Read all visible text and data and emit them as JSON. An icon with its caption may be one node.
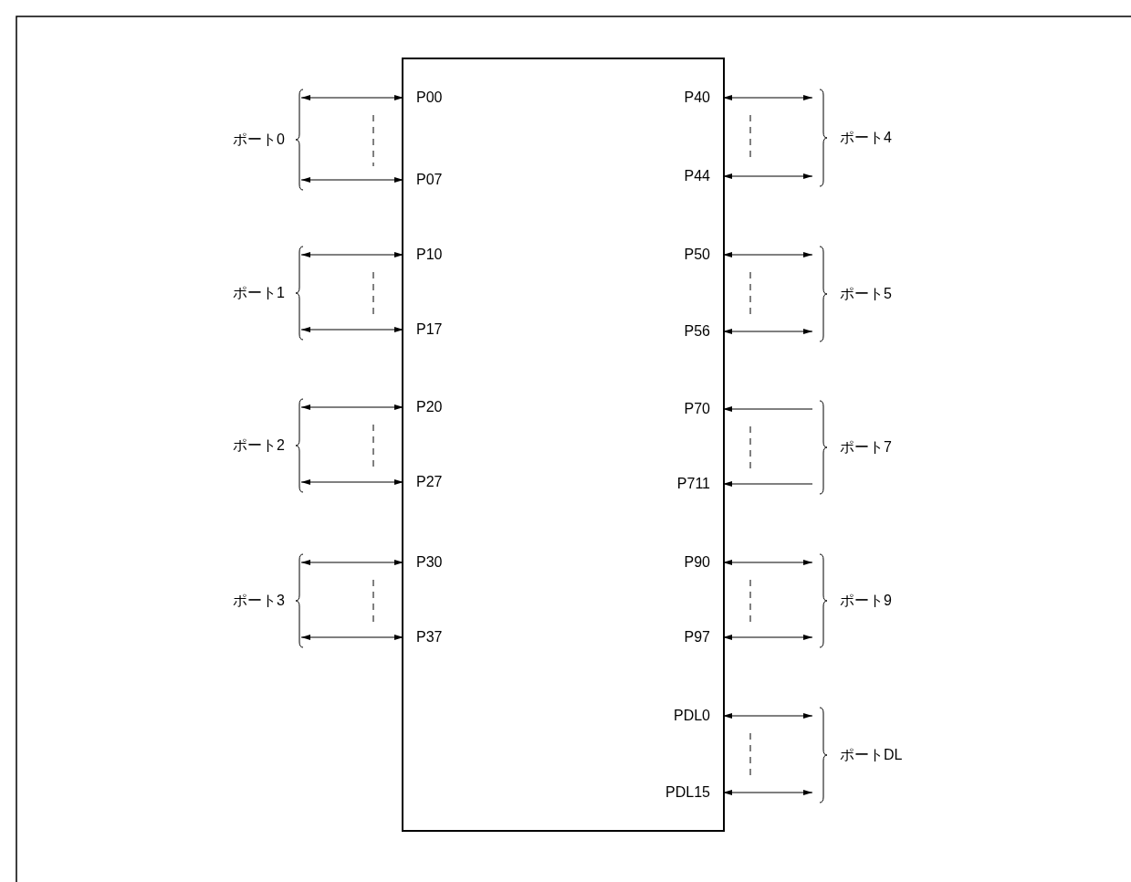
{
  "diagram": {
    "nodes": [
      {
        "text": [],
        "shape": "box"
      },
      {
        "text": [
          "P00"
        ],
        "in": 0
      },
      {
        "text": [
          "P07"
        ],
        "in": 0
      },
      {
        "text": [
          "P10"
        ],
        "in": 0
      },
      {
        "text": [
          "P17"
        ],
        "in": 0
      },
      {
        "text": [
          "P20"
        ],
        "in": 0
      },
      {
        "text": [
          "P27"
        ],
        "in": 0
      },
      {
        "text": [
          "P30"
        ],
        "in": 0
      },
      {
        "text": [
          "P37"
        ],
        "in": 0
      },
      {
        "text": [
          "P40"
        ],
        "in": 0
      },
      {
        "text": [
          "P44"
        ],
        "in": 0
      },
      {
        "text": [
          "P50"
        ],
        "in": 0
      },
      {
        "text": [
          "P56"
        ],
        "in": 0
      },
      {
        "text": [
          "P70"
        ],
        "in": 0
      },
      {
        "text": [
          "P711"
        ],
        "in": 0
      },
      {
        "text": [
          "P90"
        ],
        "in": 0
      },
      {
        "text": [
          "P97"
        ],
        "in": 0
      },
      {
        "text": [
          "PDL0"
        ],
        "in": 0
      },
      {
        "text": [
          "PDL15"
        ],
        "in": 0
      }
    ],
    "edges": [
      {
        "from": null,
        "to": 1,
        "arrow": "both"
      },
      {
        "from": null,
        "to": 2,
        "arrow": "both"
      },
      {
        "from": null,
        "to": 3,
        "arrow": "both"
      },
      {
        "from": null,
        "to": 4,
        "arrow": "both"
      },
      {
        "from": null,
        "to": 5,
        "arrow": "both"
      },
      {
        "from": null,
        "to": 6,
        "arrow": "both"
      },
      {
        "from": null,
        "to": 7,
        "arrow": "both"
      },
      {
        "from": null,
        "to": 8,
        "arrow": "both"
      },
      {
        "from": null,
        "to": 9,
        "arrow": "both"
      },
      {
        "from": null,
        "to": 10,
        "arrow": "both"
      },
      {
        "from": null,
        "to": 11,
        "arrow": "both"
      },
      {
        "from": null,
        "to": 12,
        "arrow": "both"
      },
      {
        "from": null,
        "to": 13,
        "arrow": "to"
      },
      {
        "from": null,
        "to": 14,
        "arrow": "to"
      },
      {
        "from": null,
        "to": 15,
        "arrow": "both"
      },
      {
        "from": null,
        "to": 16,
        "arrow": "both"
      },
      {
        "from": null,
        "to": 17,
        "arrow": "both"
      },
      {
        "from": null,
        "to": 18,
        "arrow": "both"
      }
    ],
    "labels": [
      "ポート0",
      "ポート1",
      "ポート2",
      "ポート3",
      "ポート4",
      "ポート5",
      "ポート7",
      "ポート9",
      "ポートDL"
    ]
  }
}
